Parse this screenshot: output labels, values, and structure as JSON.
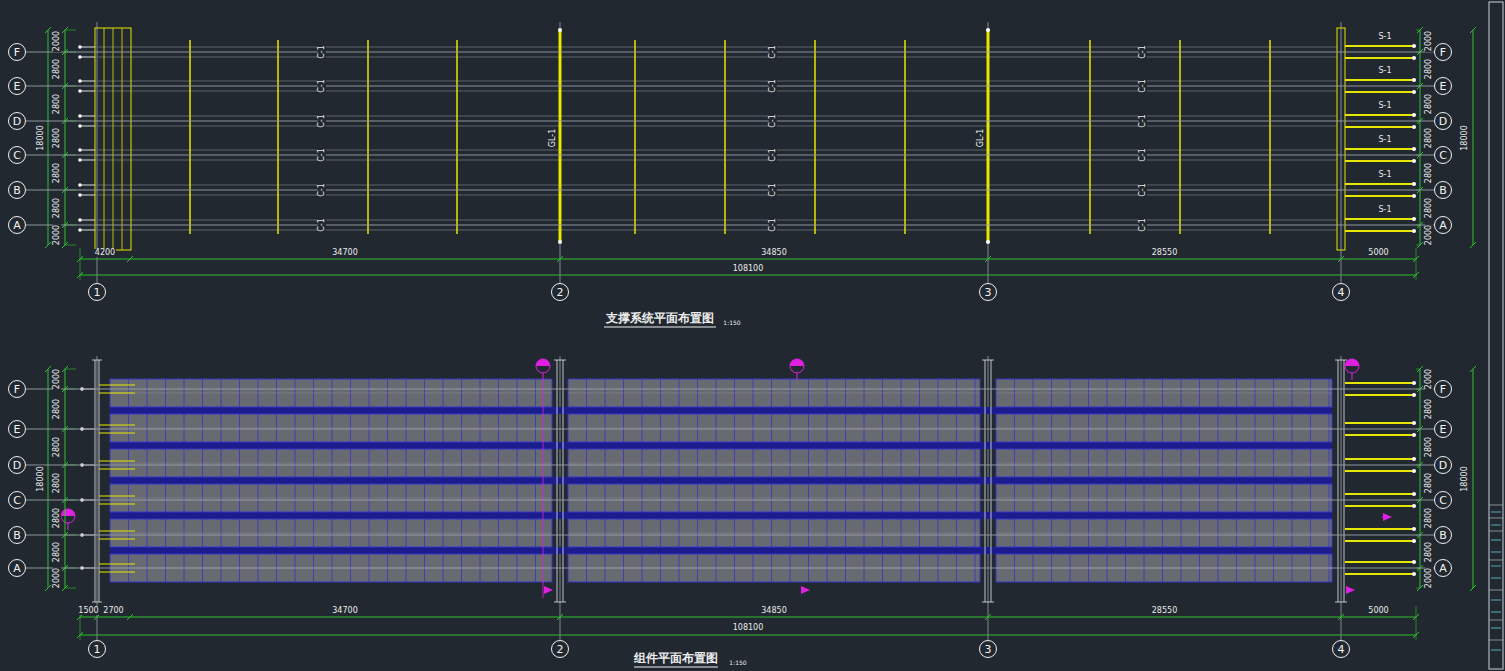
{
  "diagram": {
    "nodes": [
      {
        "text": [
          "F"
        ]
      },
      {
        "text": [
          "E"
        ]
      },
      {
        "text": [
          "D"
        ]
      },
      {
        "text": [
          "C"
        ]
      },
      {
        "text": [
          "B"
        ]
      },
      {
        "text": [
          "A"
        ]
      },
      {
        "text": [
          "F"
        ]
      },
      {
        "text": [
          "E"
        ]
      },
      {
        "text": [
          "D"
        ]
      },
      {
        "text": [
          "C"
        ]
      },
      {
        "text": [
          "B"
        ]
      },
      {
        "text": [
          "A"
        ]
      },
      {
        "text": [
          "1"
        ]
      },
      {
        "text": [
          "2"
        ]
      },
      {
        "text": [
          "3"
        ]
      },
      {
        "text": [
          "4"
        ]
      },
      {
        "text": [
          "F"
        ]
      },
      {
        "text": [
          "E"
        ]
      },
      {
        "text": [
          "D"
        ]
      },
      {
        "text": [
          "C"
        ]
      },
      {
        "text": [
          "B"
        ]
      },
      {
        "text": [
          "A"
        ]
      },
      {
        "text": [
          "F"
        ]
      },
      {
        "text": [
          "E"
        ]
      },
      {
        "text": [
          "D"
        ]
      },
      {
        "text": [
          "C"
        ]
      },
      {
        "text": [
          "B"
        ]
      },
      {
        "text": [
          "A"
        ]
      },
      {
        "text": [
          "1"
        ]
      },
      {
        "text": [
          "2"
        ]
      },
      {
        "text": [
          "3"
        ]
      },
      {
        "text": [
          "4"
        ]
      }
    ],
    "edges": [
      {
        "from": 0,
        "to": 6,
        "arrow": "none"
      },
      {
        "from": 1,
        "to": 7,
        "arrow": "none"
      },
      {
        "from": 2,
        "to": 8,
        "arrow": "none"
      },
      {
        "from": 3,
        "to": 9,
        "arrow": "none"
      },
      {
        "from": 4,
        "to": 10,
        "arrow": "none"
      },
      {
        "from": 5,
        "to": 11,
        "arrow": "none"
      },
      {
        "from": 16,
        "to": 22,
        "arrow": "none"
      },
      {
        "from": 17,
        "to": 23,
        "arrow": "none"
      },
      {
        "from": 18,
        "to": 24,
        "arrow": "none"
      },
      {
        "from": 19,
        "to": 25,
        "arrow": "none"
      },
      {
        "from": 20,
        "to": 26,
        "arrow": "none"
      },
      {
        "from": 21,
        "to": 27,
        "arrow": "none"
      }
    ],
    "labels": [
      "支撑系统平面布置图",
      "1:150",
      "组件平面布置图",
      "1:150",
      "2000",
      "2800",
      "2800",
      "2800",
      "2800",
      "2800",
      "2000",
      "18000",
      "2000",
      "2800",
      "2800",
      "2800",
      "2800",
      "2800",
      "2000",
      "18000",
      "2000",
      "2800",
      "2800",
      "2800",
      "2800",
      "2800",
      "2000",
      "18000",
      "2000",
      "2800",
      "2800",
      "2800",
      "2800",
      "2800",
      "2000",
      "18000",
      "4200",
      "34700",
      "34850",
      "28550",
      "5000",
      "108100",
      "1500",
      "2700",
      "34700",
      "34850",
      "28550",
      "5000",
      "108100",
      "S-1",
      "S-1",
      "S-1",
      "S-1",
      "S-1",
      "S-1",
      "C-1",
      "C-1",
      "C-1",
      "C-1",
      "C-1",
      "C-1",
      "C-1",
      "C-1",
      "C-1",
      "C-1",
      "C-1",
      "C-1",
      "C-1",
      "C-1",
      "C-1",
      "C-1",
      "C-1",
      "C-1",
      "GL-1",
      "GL-1"
    ]
  }
}
